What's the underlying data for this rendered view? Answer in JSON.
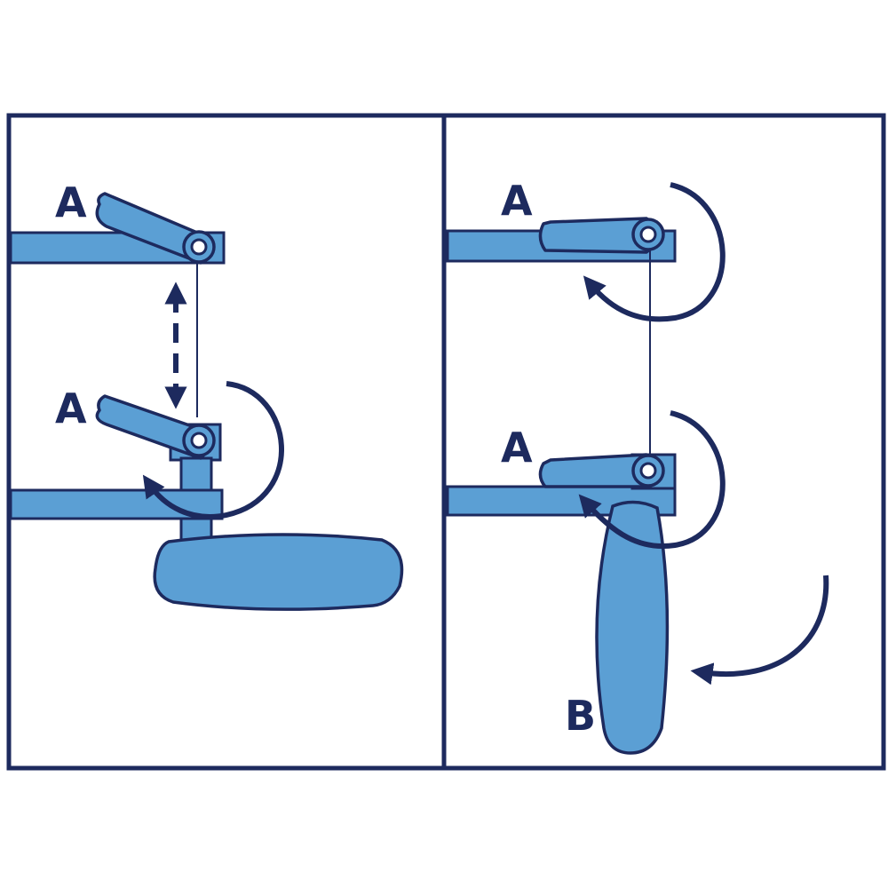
{
  "colors": {
    "outline": "#1d2a5e",
    "part_fill": "#5b9fd4",
    "background": "#ffffff"
  },
  "panels": {
    "left": {
      "label_upper": "A",
      "label_lower": "A"
    },
    "right": {
      "label_upper": "A",
      "label_lower": "A",
      "label_armrest": "B"
    }
  }
}
